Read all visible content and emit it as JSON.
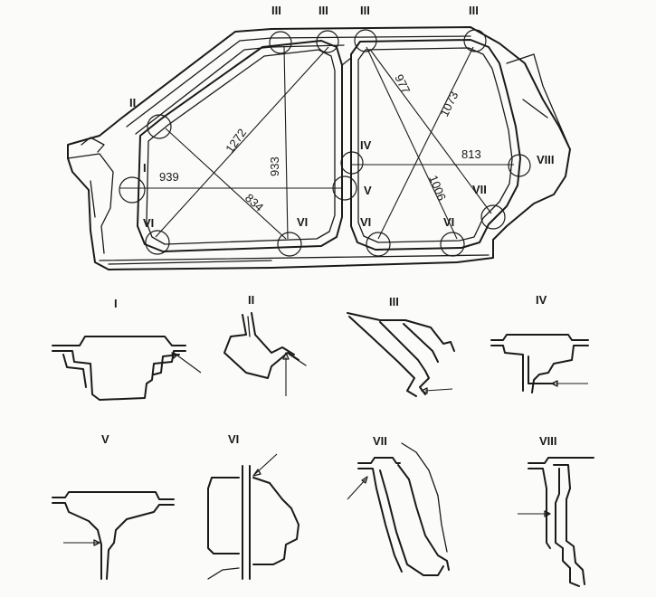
{
  "main_view": {
    "region_labels": [
      {
        "key": "II",
        "text": "II"
      },
      {
        "key": "III-1",
        "text": "III"
      },
      {
        "key": "III-2",
        "text": "III"
      },
      {
        "key": "III-3",
        "text": "III"
      },
      {
        "key": "III-4",
        "text": "III"
      },
      {
        "key": "I",
        "text": "I"
      },
      {
        "key": "IV",
        "text": "IV"
      },
      {
        "key": "V",
        "text": "V"
      },
      {
        "key": "VI-1",
        "text": "VI"
      },
      {
        "key": "VI-2",
        "text": "VI"
      },
      {
        "key": "VI-3",
        "text": "VI"
      },
      {
        "key": "VI-4",
        "text": "VI"
      },
      {
        "key": "VII",
        "text": "VII"
      },
      {
        "key": "VIII",
        "text": "VIII"
      }
    ],
    "dimensions": [
      {
        "key": "d939",
        "text": "939"
      },
      {
        "key": "d1272",
        "text": "1272"
      },
      {
        "key": "d933",
        "text": "933"
      },
      {
        "key": "d834",
        "text": "834"
      },
      {
        "key": "d977",
        "text": "977"
      },
      {
        "key": "d1073",
        "text": "1073"
      },
      {
        "key": "d813",
        "text": "813"
      },
      {
        "key": "d1006",
        "text": "1006"
      }
    ]
  },
  "sections": [
    {
      "key": "I",
      "title": "I"
    },
    {
      "key": "II",
      "title": "II"
    },
    {
      "key": "III",
      "title": "III"
    },
    {
      "key": "IV",
      "title": "IV"
    },
    {
      "key": "V",
      "title": "V"
    },
    {
      "key": "VI",
      "title": "VI"
    },
    {
      "key": "VII",
      "title": "VII"
    },
    {
      "key": "VIII",
      "title": "VIII"
    }
  ]
}
